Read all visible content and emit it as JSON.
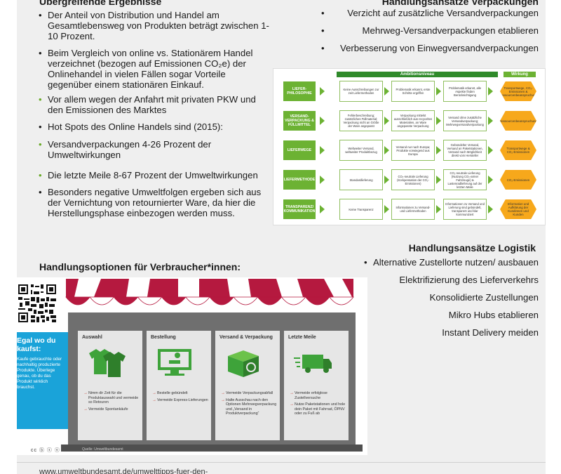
{
  "left": {
    "title": "Übergreifende Ergebnisse",
    "items": [
      {
        "text": "Der Anteil von Distribution und Handel am Gesamtlebensweg von Produkten beträgt zwischen 1-10 Prozent.",
        "sub": []
      },
      {
        "text": "Beim Vergleich von online vs. Stationärem Handel verzeichnet (bezogen auf Emissionen CO₂e) der Onlinehandel in vielen Fällen sogar Vorteile gegenüber einem stationären Einkauf.",
        "sub": [
          "Vor allem wegen der Anfahrt mit privaten PKW und den Emissionen des Marktes"
        ]
      },
      {
        "text": "Hot Spots des Online Handels sind (2015):",
        "sub": [
          "Versandverpackungen 4-26 Prozent der Umweltwirkungen",
          "Die letzte Meile 8-67 Prozent der Umweltwirkungen"
        ]
      },
      {
        "text": "Besonders negative Umweltfolgen ergeben sich aus der Vernichtung von retournierter Ware, da hier die Herstellungsphase einbezogen werden muss.",
        "sub": []
      }
    ]
  },
  "verpackung": {
    "title": "Handlungsansätze Verpackungen",
    "items": [
      "Verzicht auf zusätzliche Versandverpackungen",
      "Mehrweg-Versandverpackungen etablieren",
      "Verbesserung von Einwegversandverpackungen"
    ]
  },
  "matrix": {
    "band_label": "Ambitionsniveau",
    "effect_label": "Wirkung",
    "rows": [
      {
        "label": "LIEFER-PHILOSOPHIE",
        "cells": [
          "Keine Ausschreibungen zur zeit Liefermethoden",
          "Problematik erkannt, erste Schritte ergriffen",
          "Problematik erkannt, alle Aspekte finden Berücksichtigung"
        ],
        "effect": "Transportwege, CO₂-Emissionen & Ressourcenbeanspruchung"
      },
      {
        "label": "VERSAND-VERPACKUNG & FÜLLMITTEL",
        "cells": [
          "Fehlerbeschreibung; zusätzliches Füllmaterial; Verpackung nicht an Größe der Ware angepasst",
          "Verpackung mittelst ausschließlich aus recycelten Materialien, an Ware angepasste Verpackung",
          "Versand ohne zusätzliche Versandverpackung; Mehrwegversandverpackung"
        ],
        "effect": "Ressourcenbeanspruchung"
      },
      {
        "label": "LIEFERWEGE",
        "cells": [
          "Weltweiter Versand, weltweiter Produktbezug",
          "Versand nur nach Europa; Produkte vorwiegend aus Europa",
          "Gebündelter Versand, Versand an Paketstationen, Versand nach Möglichkeit direkt vom Hersteller"
        ],
        "effect": "Transportwege & CO₂-Emissionen"
      },
      {
        "label": "LIEFERMETHODE",
        "cells": [
          "Standardlieferung",
          "CO₂-neutrale Lieferung (Kompensation der CO₂-Emissionen)",
          "CO₂-neutrale Lieferung (Nutzung CO₂-armer Fahrzeuge) & Lastenradlieferung auf der letzten Meile"
        ],
        "effect": "CO₂-Emissionen"
      },
      {
        "label": "TRANSPARENZ/ KOMMUNIKATION",
        "cells": [
          "Keine Transparenz",
          "Informationen zu Versand- und Liefermethoden",
          "Informationen zu Versand und Lieferung sind gebündelt, transparent und klar kommuniziert"
        ],
        "effect": "Information und Aufklärung der Kundinnen und Kunden"
      }
    ]
  },
  "logistik": {
    "title": "Handlungsansätze  Logistik",
    "items": [
      "Alternative Zustellorte nutzen/ ausbauen",
      "Elektrifizierung des Lieferverkehrs",
      "Konsolidierte Zustellungen",
      "Mikro Hubs etablieren",
      "Instant Delivery meiden"
    ]
  },
  "verbraucher": {
    "title": "Handlungsoptionen für Verbraucher*innen:",
    "blue_title": "Egal wo du kaufst:",
    "blue_text": "Kaufe gebrauchte oder nachhaltig produzierte Produkte. Überlege genau, ob du das Produkt wirklich brauchst.",
    "panels": [
      {
        "title": "Auswahl",
        "items": [
          "Nimm dir Zeit für die Produktauswahl und vermeide so Retouren",
          "Vermeide Spontankäufe"
        ]
      },
      {
        "title": "Bestellung",
        "items": [
          "Bestelle gebündelt",
          "Vermeide Express-Lieferungen"
        ]
      },
      {
        "title": "Versand & Verpackung",
        "items": [
          "Vermeide Verpackungsabfall",
          "Halte Ausschau nach den Optionen Mehrwegverpackung und „Versand in Produktverpackung“"
        ]
      },
      {
        "title": "Letzte Meile",
        "items": [
          "Vermeide erfolglose Zustellversuche",
          "Nutze Paketstationen und hole dein Paket mit Fahrrad, ÖPNV oder zu Fuß ab"
        ]
      }
    ],
    "quelle": "Quelle: Umweltbundesamt",
    "license": "cc ⓑ ⓢ ⓔ"
  },
  "footer_url": "www.umweltbundesamt.de/umwelttipps-fuer-den-",
  "colors": {
    "green": "#6cb233",
    "dark_green": "#2f8a2a",
    "orange": "#f7a81b",
    "blue": "#1aa3d9",
    "awning_red": "#b5193f"
  }
}
